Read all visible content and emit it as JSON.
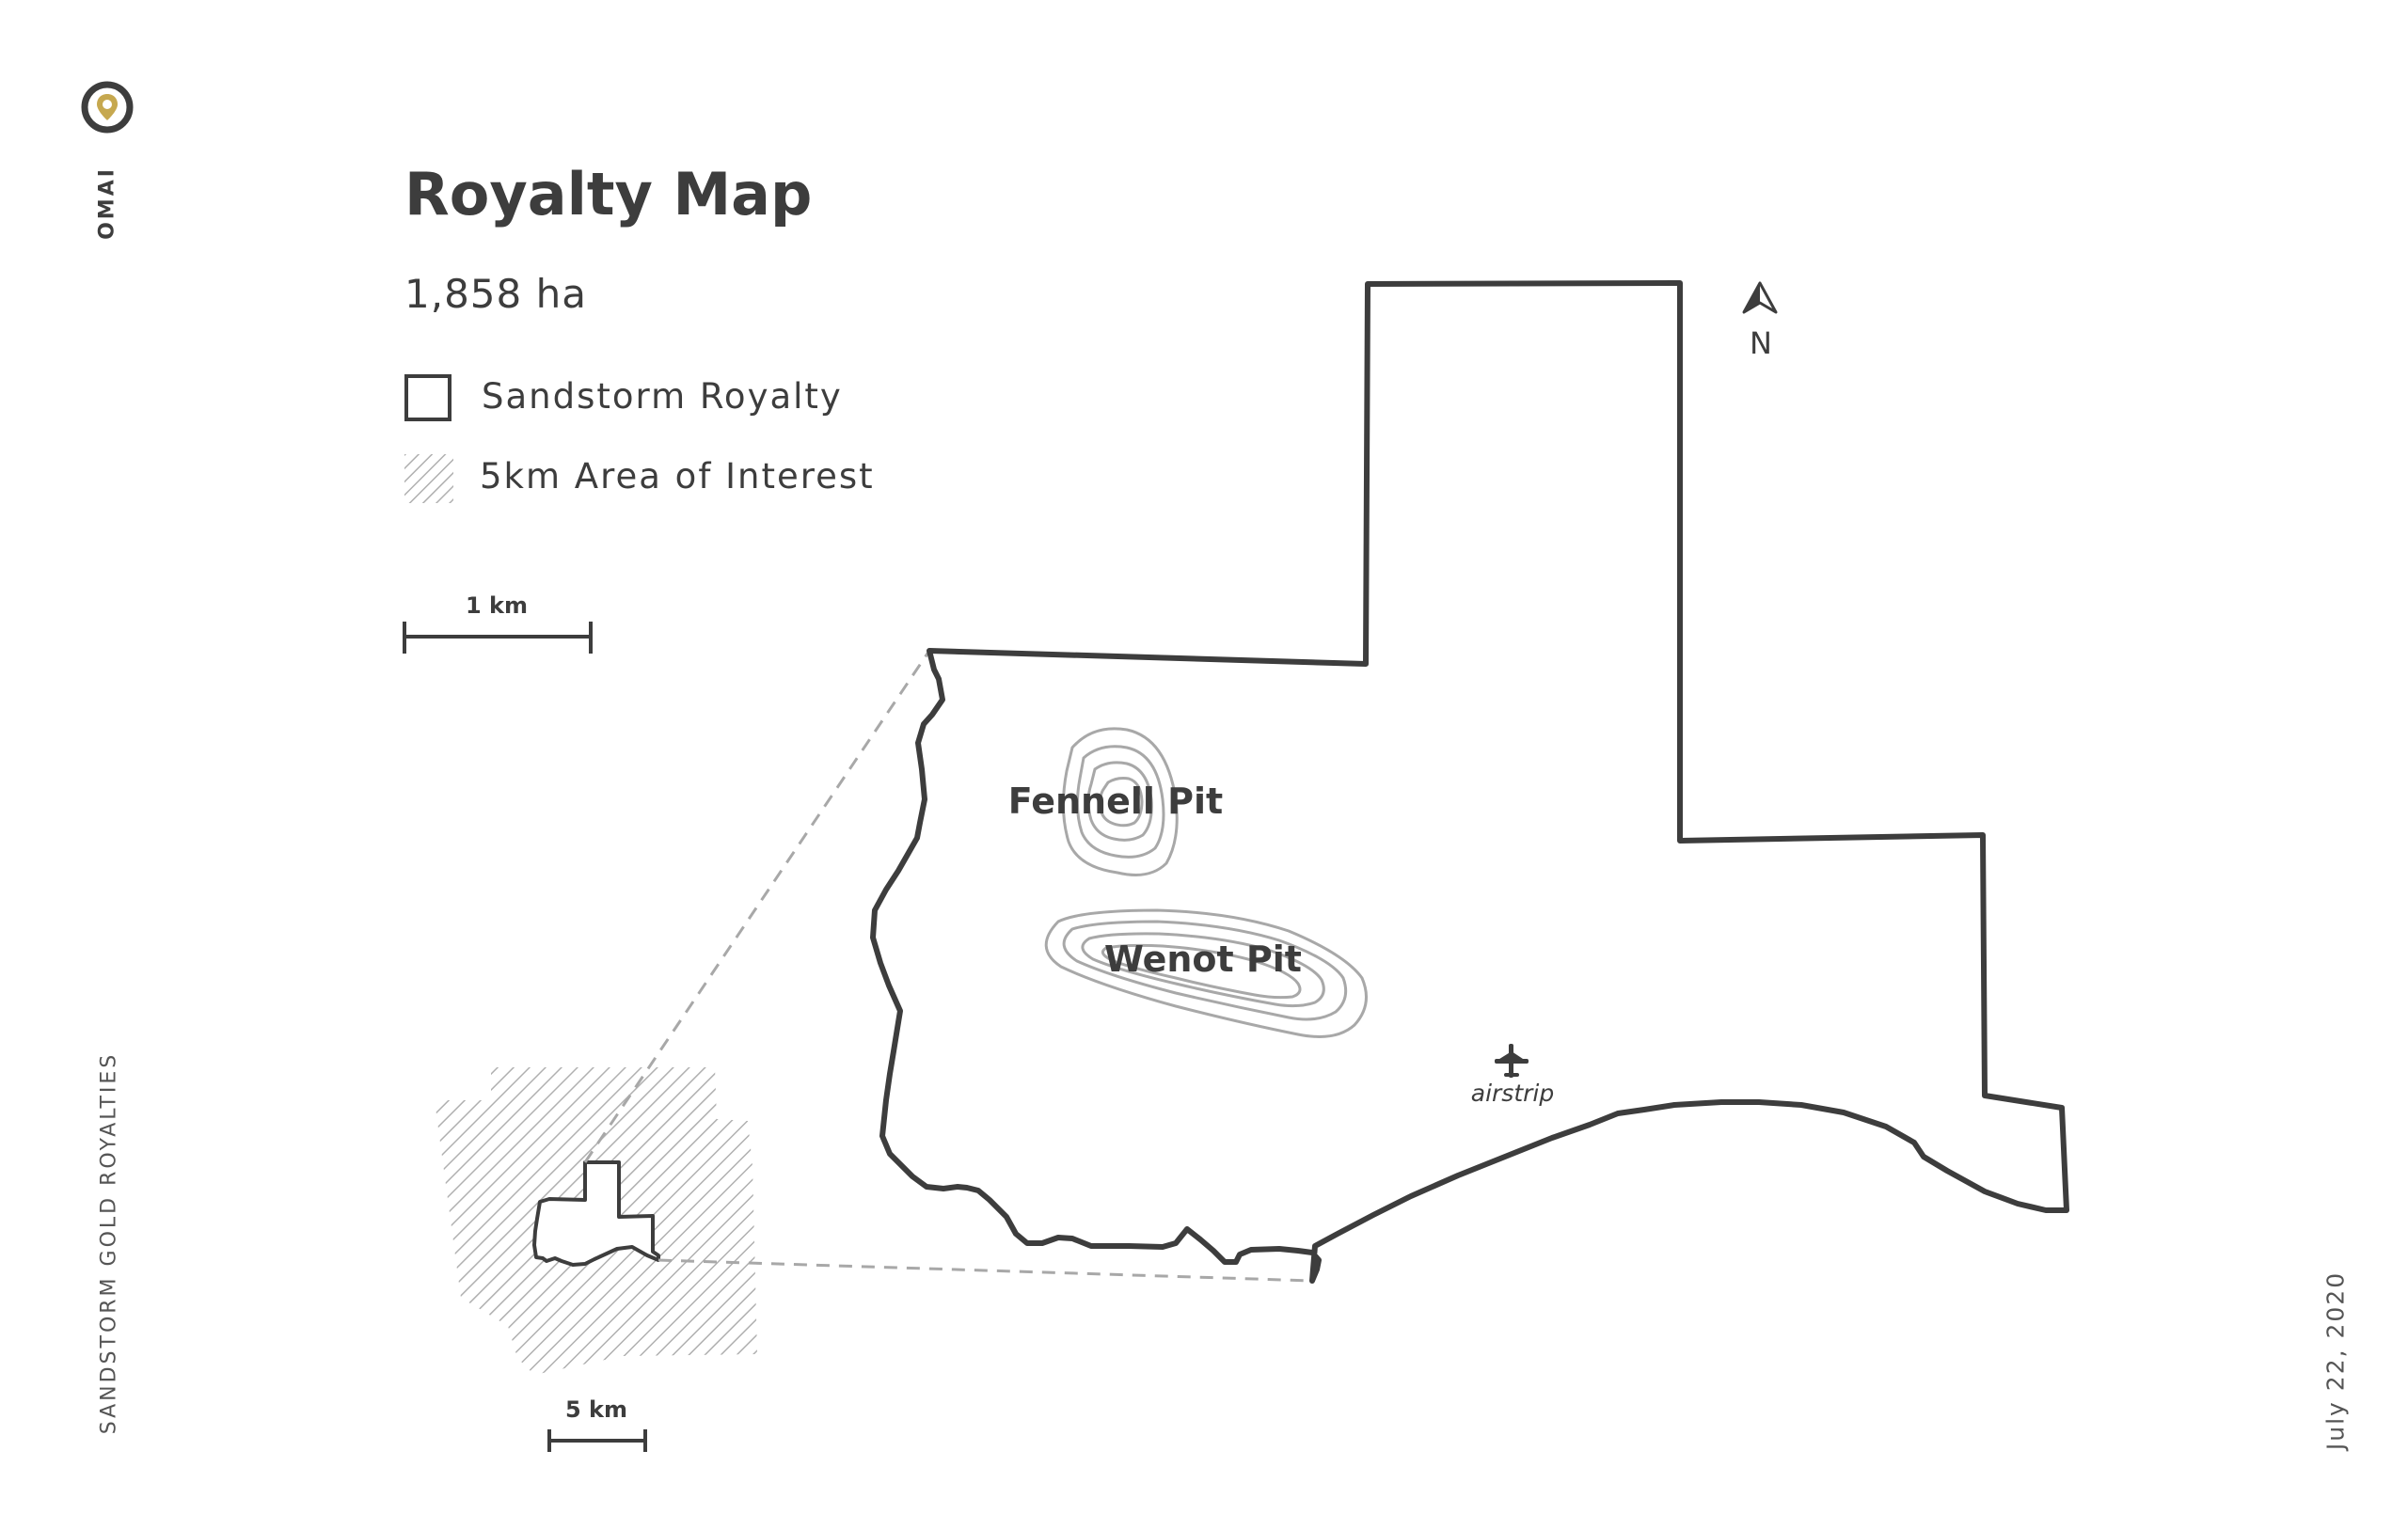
{
  "brand": {
    "name": "OMAI",
    "company": "SANDSTORM GOLD ROYALTIES",
    "accent_color": "#c6a84f",
    "logo_icon": "location-ring-icon"
  },
  "header": {
    "title": "Royalty Map",
    "area": "1,858 ha"
  },
  "legend": {
    "items": [
      {
        "label": "Sandstorm Royalty",
        "icon": "outline-square-icon"
      },
      {
        "label": "5km Area of Interest",
        "icon": "hatched-square-icon"
      }
    ]
  },
  "scale_bars": {
    "main": "1 km",
    "inset": "5 km"
  },
  "map": {
    "pits": [
      {
        "label": "Fennell Pit"
      },
      {
        "label": "Wenot Pit"
      }
    ],
    "airstrip_label": "airstrip",
    "airstrip_icon": "airplane-icon",
    "north_label": "N",
    "north_icon": "north-arrow-icon",
    "outline_color": "#3d3d3d",
    "contour_color": "#a8a8a8",
    "hatch_color": "#b0b0b0"
  },
  "footer": {
    "date": "July 22, 2020"
  }
}
